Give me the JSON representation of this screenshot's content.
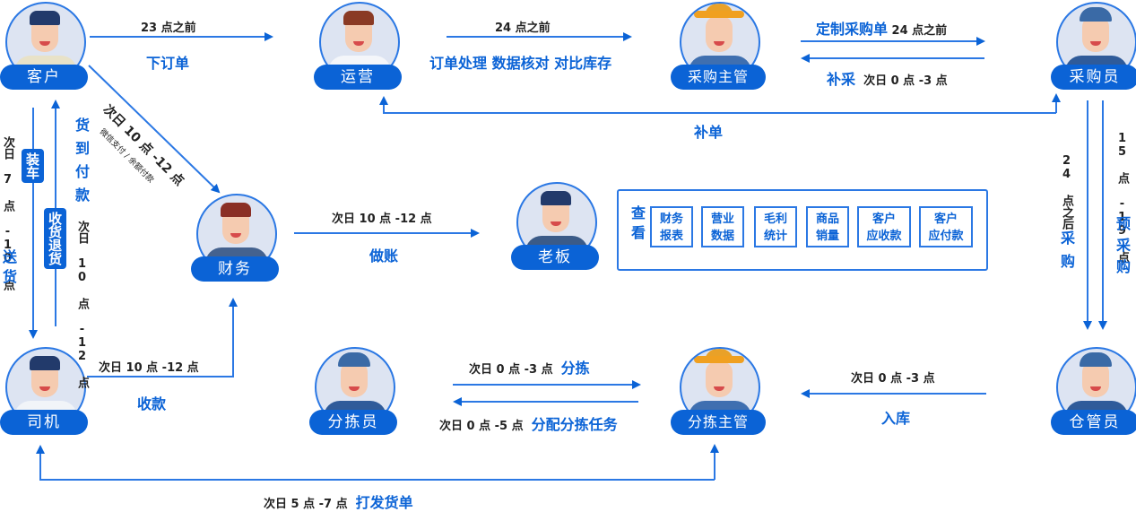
{
  "nodes": {
    "customer": "客户",
    "operations": "运营",
    "purchasing_manager": "采购主管",
    "purchaser": "采购员",
    "finance": "财务",
    "boss": "老板",
    "driver": "司机",
    "sorter": "分拣员",
    "sorting_manager": "分拣主管",
    "warehouse_keeper": "仓管员"
  },
  "edges": {
    "place_order": {
      "time": "23 点之前",
      "action": "下订单"
    },
    "order_processing": {
      "time": "24 点之前",
      "action": "订单处理 数据核对 对比库存"
    },
    "custom_purchase": {
      "action": "定制采购单",
      "time": "24 点之前"
    },
    "replenish_purchase": {
      "action": "补采",
      "time": "次日 0 点 -3 点"
    },
    "replenish_order": {
      "action": "补单"
    },
    "payment": {
      "time": "次日 10 点 -12 点",
      "note": "微信支付 / 余额付款"
    },
    "bookkeeping": {
      "time": "次日 10 点 -12 点",
      "action": "做账"
    },
    "loading": {
      "box": "装车",
      "time": "次日 7 点 -10 点",
      "action": "送货"
    },
    "cod": {
      "action": "货到付款",
      "box": "收货退货",
      "time": "次日 10 点 -12 点"
    },
    "purchase_after": {
      "time": "24 点之后",
      "action": "采购"
    },
    "pre_purchase": {
      "time": "15 点 -19 点",
      "action": "预采购"
    },
    "collection": {
      "time": "次日 10 点 -12 点",
      "action": "收款"
    },
    "sorting": {
      "time": "次日 0 点 -3 点",
      "action": "分拣"
    },
    "assign_sorting": {
      "time": "次日 0 点 -5 点",
      "action": "分配分拣任务"
    },
    "warehousing": {
      "time": "次日 0 点 -3 点",
      "action": "入库"
    },
    "print_delivery": {
      "time": "次日 5 点 -7 点",
      "action": "打发货单"
    }
  },
  "view_panel": {
    "title": "查看",
    "items": [
      "财务\n报表",
      "营业\n数据",
      "毛利\n统计",
      "商品\n销量",
      "客户\n应收款",
      "客户\n应付款"
    ]
  },
  "colors": {
    "primary": "#0b63d6",
    "line": "#2b78e4",
    "avatar_bg": "#dde4f2"
  }
}
